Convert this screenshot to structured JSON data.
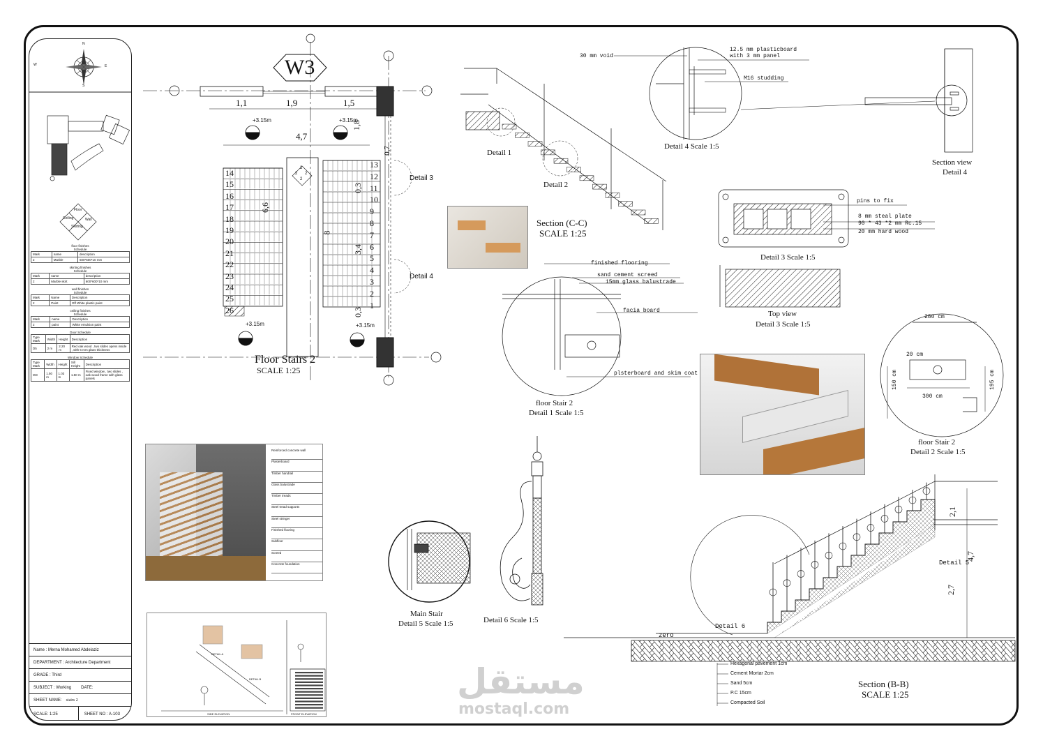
{
  "sheet": {
    "code": "W3",
    "compass": {
      "n": "N",
      "s": "S",
      "e": "E",
      "w": "W"
    },
    "legend": {
      "floor": "Floor",
      "ceiling": "Ceiling",
      "wall": "Wall",
      "skirting": "Skirting"
    }
  },
  "schedules": {
    "floor": {
      "title": "floor finishes\nSchedule",
      "headers": [
        "Mark",
        "name",
        "description"
      ],
      "rows": [
        [
          "2",
          "Marble",
          "600*600*10 mm"
        ]
      ]
    },
    "skirting": {
      "title": "skirting finishes\nSchedule",
      "headers": [
        "Mark",
        "name",
        "description"
      ],
      "rows": [
        [
          "2",
          "Marble skirt",
          "600*600*10 mm"
        ]
      ]
    },
    "wall": {
      "title": "wall finishes\nSchedule",
      "headers": [
        "Mark",
        "Name",
        "Description"
      ],
      "rows": [
        [
          "2",
          "Paint",
          "Off White plastic paint"
        ]
      ]
    },
    "ceiling": {
      "title": "ceiling finishes\nSchedule",
      "headers": [
        "Mark",
        "name",
        "Description"
      ],
      "rows": [
        [
          "2",
          "paint",
          "White emulsion paint"
        ]
      ]
    },
    "door": {
      "title": "Door Schedule",
      "headers": [
        "Type Mark",
        "Width",
        "Height",
        "Description"
      ],
      "rows": [
        [
          "D5",
          "2 m",
          "2.20 m",
          "Red oak wood , two slides opens inside , with 6 mm glass thickness"
        ]
      ]
    },
    "window": {
      "title": "Window Schedule",
      "headers": [
        "Type Mark",
        "Width",
        "Height",
        "Sill Height",
        "Description"
      ],
      "rows": [
        [
          "W3",
          "1.50 m",
          "1.03 m",
          "1.50 m",
          "Fixed window , two slides , oak wood frame with glass panels"
        ]
      ]
    }
  },
  "titleblock": {
    "name": "Name : Merna Mohamed Abdelaziz",
    "department": "DEPARTMENT : Architecture Department",
    "grade": "GRADE : Third",
    "subject": "SUBJECT : Working",
    "date": "DATE:",
    "sheet_name_label": "SHEET NAME:",
    "sheet_name": "stairs 2",
    "scale": "SCALE: 1:25",
    "sheet_no": "SHEET NO : A-103"
  },
  "plan": {
    "title": "Floor Stairs 2",
    "scale": "SCALE 1:25",
    "dims_top": [
      "1,1",
      "1,9",
      "1,5"
    ],
    "dim_mid": "4,7",
    "dim_right": "1,8",
    "dim_07": "0,7",
    "dim_66": "6,6",
    "dim_8": "8",
    "dim_03a": "0,3",
    "dim_34": "3,4",
    "dim_03b": "0,3",
    "levels": [
      "+3.15m",
      "+3.15m",
      "+3.15m",
      "+3.15m"
    ],
    "left_steps": [
      "14",
      "15",
      "16",
      "17",
      "18",
      "19",
      "20",
      "21",
      "22",
      "23",
      "24",
      "25",
      "26"
    ],
    "right_steps": [
      "13",
      "12",
      "11",
      "10",
      "9",
      "8",
      "7",
      "6",
      "5",
      "4",
      "3",
      "2",
      "1"
    ],
    "tag_digits": [
      "2",
      "2",
      "2",
      "2"
    ],
    "detail3": "Detail 3",
    "detail4": "Detail 4"
  },
  "section_cc": {
    "title": "Section (C-C)",
    "scale": "SCALE 1:25",
    "detail1": "Detail 1",
    "detail2": "Detail 2"
  },
  "detail4": {
    "caption": "Detail 4 Scale 1:5",
    "notes": [
      "30 mm void",
      "12.5 mm plasticboard with 3 mm panel",
      "M16 studding"
    ]
  },
  "section_view": {
    "title": "Section view",
    "subtitle": "Detail 4"
  },
  "detail3": {
    "caption": "Detail 3 Scale 1:5",
    "notes": [
      "pins to fix",
      "8 mm steal plate",
      "90 * 43 *2 mm Rc.15",
      "20 mm hard wood"
    ],
    "topview": "Top view",
    "topview_caption": "Detail 3 Scale 1:5"
  },
  "detail1": {
    "title": "floor Stair 2",
    "caption": "Detail 1 Scale 1:5",
    "notes": [
      "finished flooring",
      "sand cement screed",
      "15mm glass balustrade",
      "facia board",
      "plsterboard and skim coat"
    ]
  },
  "detail2": {
    "title": "floor Stair 2",
    "caption": "Detail 2 Scale 1:5",
    "dims": [
      "280 cm",
      "20 cm",
      "150 cm",
      "195 cm",
      "300 cm"
    ]
  },
  "render_labels": [
    "Reinforced concrete wall",
    "Plasterboard",
    "Timber handrail",
    "Glass balustrade",
    "Timber treads",
    "Steel tread supports",
    "Steel stringer",
    "Finished flooring",
    "Subfloor",
    "Screed",
    "Concrete foundation"
  ],
  "detail5": {
    "title": "Main Stair",
    "caption": "Detail 5  Scale 1:5"
  },
  "detail6": {
    "caption": "Detail 6  Scale 1:5"
  },
  "section_bb": {
    "title": "Section (B-B)",
    "scale": "SCALE 1:25",
    "detail5": "Detail 5",
    "detail6": "Detail 6",
    "zero": "zero",
    "dims": [
      "2,1",
      "4,7",
      "2,7"
    ],
    "layers": [
      "Hexagonal pavement 1cm",
      "Cement Mortar 2cm",
      "Sand 5cm",
      "P.C 15cm",
      "Compacted Soil"
    ]
  },
  "elevations": {
    "side": "SIDE ELEVATION",
    "front": "FRONT ELEVATION",
    "detail_a": "DETAIL A",
    "detail_b": "DETAIL B"
  },
  "watermark": {
    "arabic": "مستقل",
    "latin": "mostaql.com"
  },
  "colors": {
    "line": "#111111",
    "wood": "#c9894a",
    "concrete": "#8a8a8a",
    "watermark": "#d0d0d0"
  }
}
